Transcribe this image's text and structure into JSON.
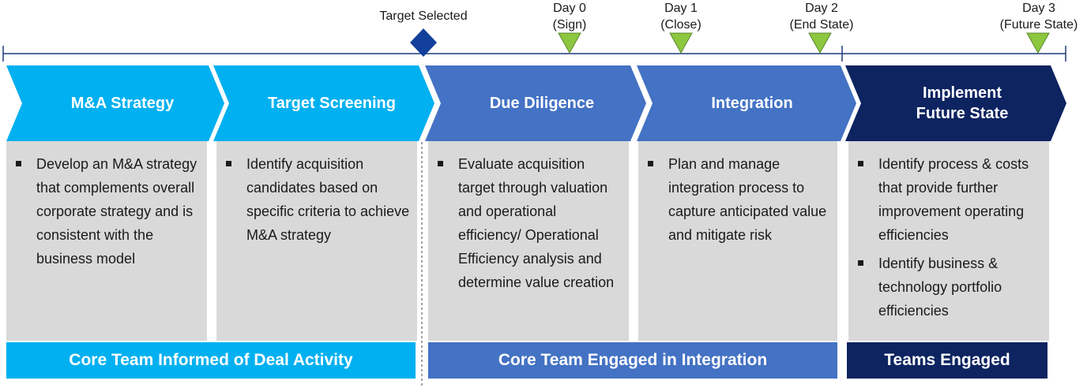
{
  "milestones": [
    {
      "label": "Target Selected"
    },
    {
      "label": "Day 0\n(Sign)"
    },
    {
      "label": "Day 1\n(Close)"
    },
    {
      "label": "Day 2\n(End State)"
    },
    {
      "label": "Day 3\n(Future State)"
    }
  ],
  "phases": [
    {
      "title": "M&A Strategy",
      "color": "#00b0f0",
      "bullets": [
        "Develop an M&A strategy that complements overall corporate strategy and is consistent with the business model"
      ]
    },
    {
      "title": "Target Screening",
      "color": "#00b0f0",
      "bullets": [
        "Identify acquisition candidates based on specific criteria to achieve M&A strategy"
      ]
    },
    {
      "title": "Due Diligence",
      "color": "#4472c4",
      "bullets": [
        "Evaluate acquisition target through valuation and operational efficiency/ Operational Efficiency analysis and determine value creation"
      ]
    },
    {
      "title": "Integration",
      "color": "#4472c4",
      "bullets": [
        "Plan and manage integration process to capture anticipated value and mitigate risk"
      ]
    },
    {
      "title": "Implement\nFuture State",
      "color": "#0d2461",
      "bullets": [
        "Identify process & costs that provide further improvement operating efficiencies",
        "Identify business & technology portfolio efficiencies"
      ]
    }
  ],
  "bottom_bars": [
    {
      "label": "Core Team Informed of Deal Activity",
      "color": "#00b0f0"
    },
    {
      "label": "Core Team Engaged in Integration",
      "color": "#4472c4"
    },
    {
      "label": "Teams Engaged",
      "color": "#0d2461"
    }
  ],
  "colors": {
    "timeline": "#1f3a7a",
    "triangle": "#8dc63f",
    "triangle_stroke": "#5a8a2a",
    "diamond": "#12409a",
    "box_bg": "#d9d9d9"
  }
}
